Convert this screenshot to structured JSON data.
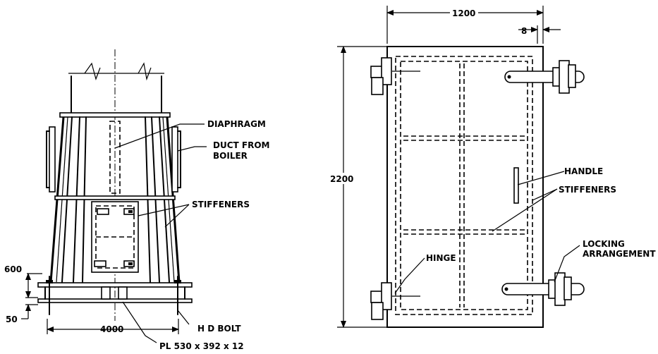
{
  "left_view": {
    "labels": {
      "diaphragm": "DIAPHRAGM",
      "duct_line1": "DUCT FROM",
      "duct_line2": "BOILER",
      "stiffeners": "STIFFENERS",
      "hd_bolt": "H D BOLT",
      "plate": "PL 530 x 392 x 12"
    },
    "dimensions": {
      "height_upper": "600",
      "height_lower": "50",
      "base_width": "4000"
    }
  },
  "right_view": {
    "labels": {
      "handle": "HANDLE",
      "stiffeners": "STIFFENERS",
      "hinge": "HINGE",
      "locking_line1": "LOCKING",
      "locking_line2": "ARRANGEMENT"
    },
    "dimensions": {
      "width": "1200",
      "thickness": "8",
      "height": "2200"
    }
  }
}
